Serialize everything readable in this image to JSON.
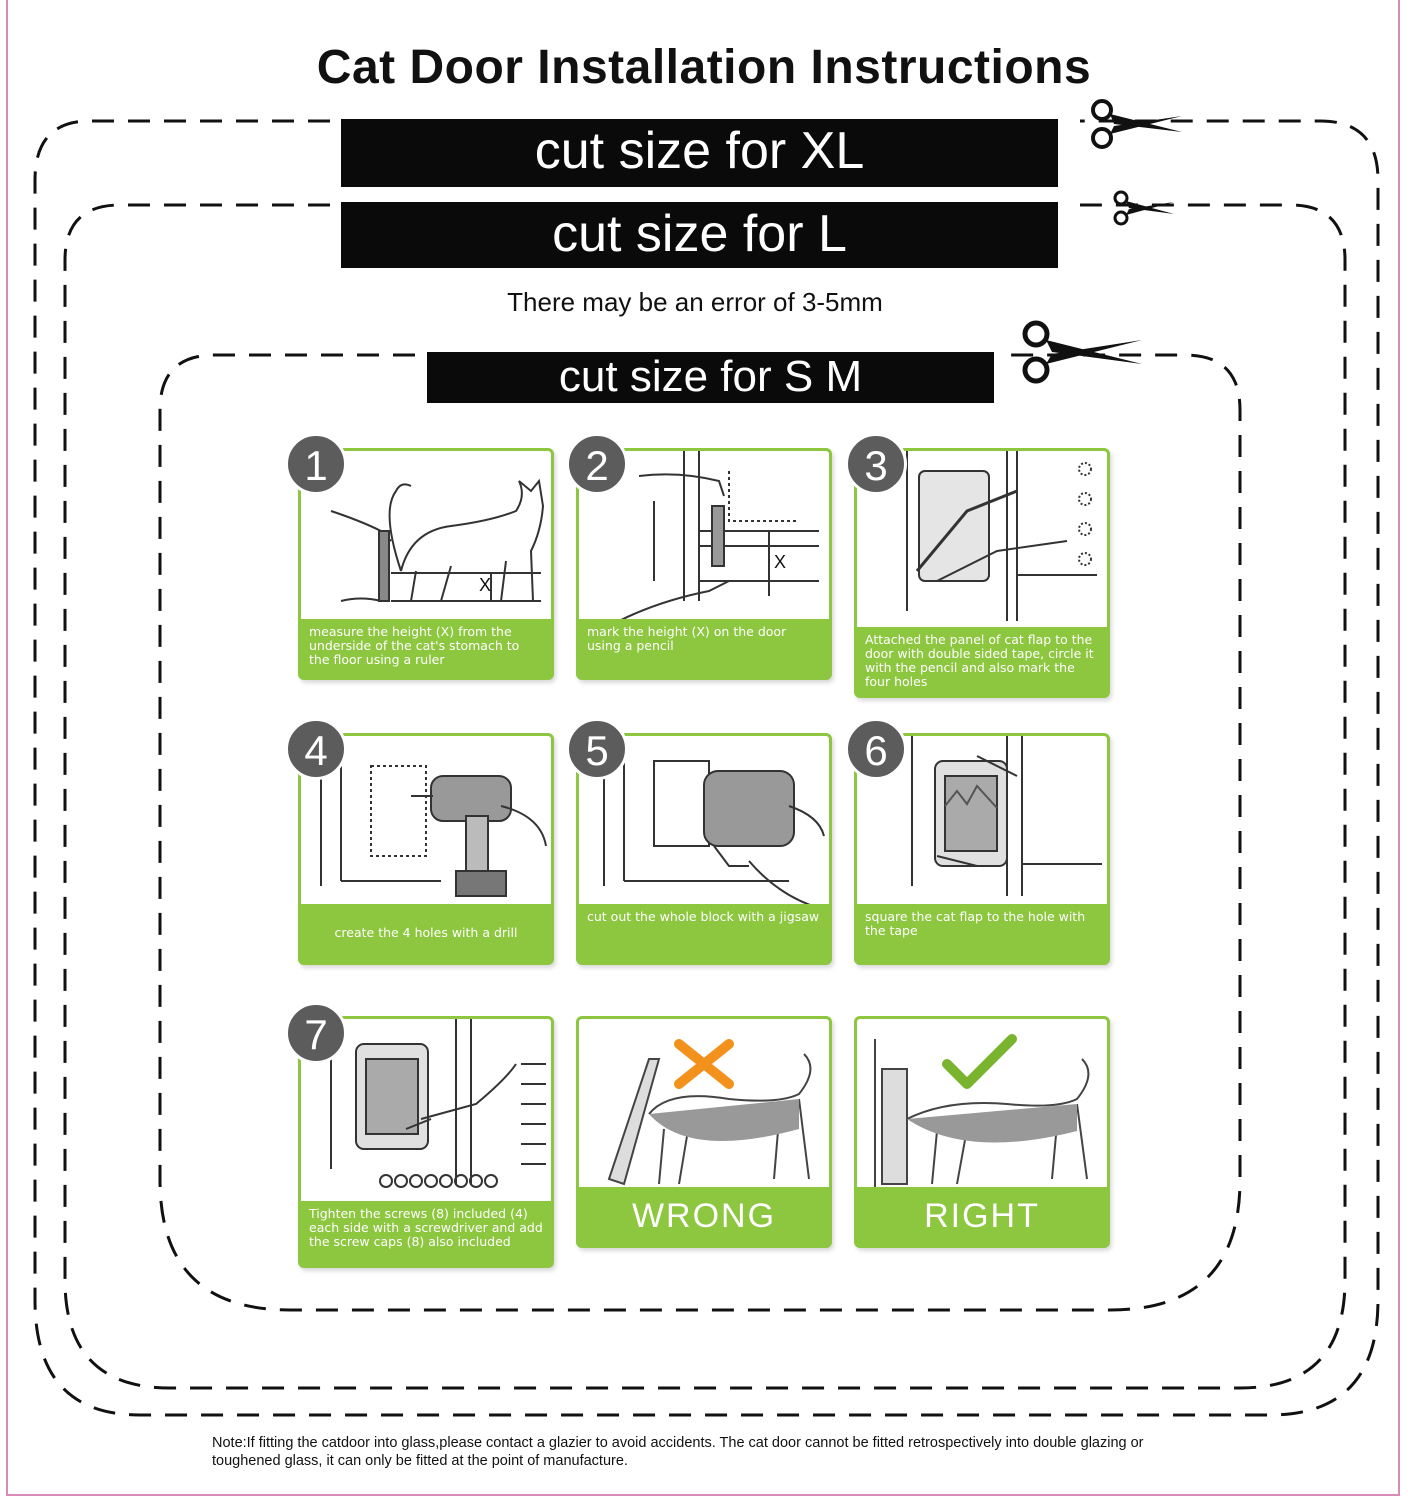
{
  "title": "Cat Door Installation Instructions",
  "cut_labels": {
    "xl": "cut size for XL",
    "l": "cut size for L",
    "sm": "cut size for S M"
  },
  "error_note": "There may be an error of 3-5mm",
  "steps": [
    {
      "number": "1",
      "caption": "measure the height (X) from the underside of the cat's stomach to the floor using a ruler"
    },
    {
      "number": "2",
      "caption": "mark the height (X) on the door using a pencil"
    },
    {
      "number": "3",
      "caption": "Attached the panel of cat flap to the door with double sided tape, circle it with the pencil and also mark the four holes"
    },
    {
      "number": "4",
      "caption": "create the 4 holes with a drill"
    },
    {
      "number": "5",
      "caption": "cut out the whole block with a jigsaw"
    },
    {
      "number": "6",
      "caption": "square the cat flap to the hole with the tape"
    },
    {
      "number": "7",
      "caption": "Tighten the screws (8) included (4) each side with a screwdriver and add the screw caps (8) also included"
    }
  ],
  "examples": {
    "wrong": "WRONG",
    "right": "RIGHT"
  },
  "marker_x": "X",
  "footer_note": "Note:If fitting the catdoor into glass,please contact a glazier to avoid accidents. The cat door cannot be fitted retrospectively into double glazing or toughened glass, it can only be fitted at the point of manufacture.",
  "colors": {
    "accent_green": "#8dc63f",
    "number_badge": "#5c5c5c",
    "wrong_mark": "#f2911b",
    "right_mark": "#7ab32e",
    "frame_pink": "#d98bb7"
  }
}
